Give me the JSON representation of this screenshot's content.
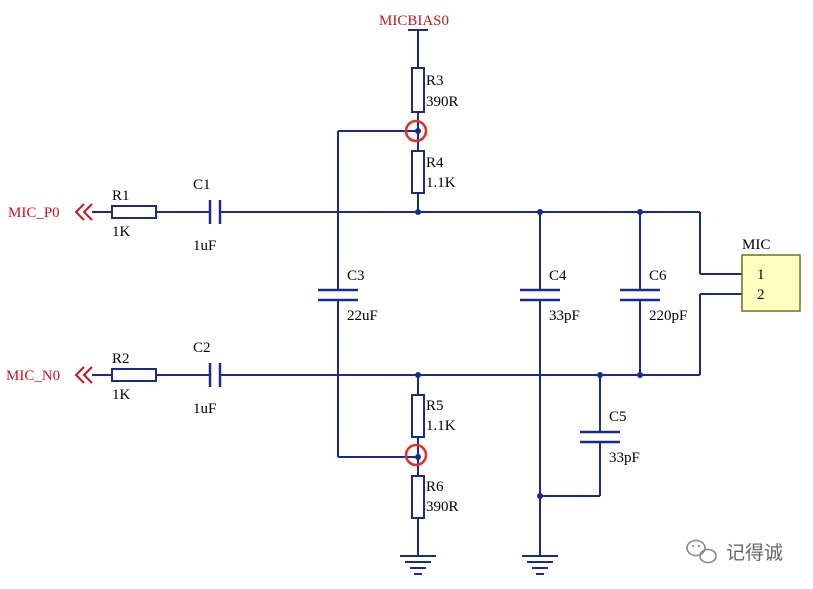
{
  "nets": {
    "bias": "MICBIAS0",
    "p": "MIC_P0",
    "n": "MIC_N0"
  },
  "components": {
    "r1": {
      "ref": "R1",
      "value": "1K"
    },
    "r2": {
      "ref": "R2",
      "value": "1K"
    },
    "r3": {
      "ref": "R3",
      "value": "390R"
    },
    "r4": {
      "ref": "R4",
      "value": "1.1K"
    },
    "r5": {
      "ref": "R5",
      "value": "1.1K"
    },
    "r6": {
      "ref": "R6",
      "value": "390R"
    },
    "c1": {
      "ref": "C1",
      "value": "1uF"
    },
    "c2": {
      "ref": "C2",
      "value": "1uF"
    },
    "c3": {
      "ref": "C3",
      "value": "22uF"
    },
    "c4": {
      "ref": "C4",
      "value": "33pF"
    },
    "c5": {
      "ref": "C5",
      "value": "33pF"
    },
    "c6": {
      "ref": "C6",
      "value": "220pF"
    },
    "mic": {
      "ref": "MIC",
      "pin1": "1",
      "pin2": "2"
    }
  },
  "watermark": {
    "text": "记得诚",
    "icon": "wechat-icon"
  },
  "colors": {
    "wire": "#1a2a8c",
    "net_label": "#c8141e",
    "highlight": "#e0301e",
    "mic_fill": "#ffffc0"
  }
}
